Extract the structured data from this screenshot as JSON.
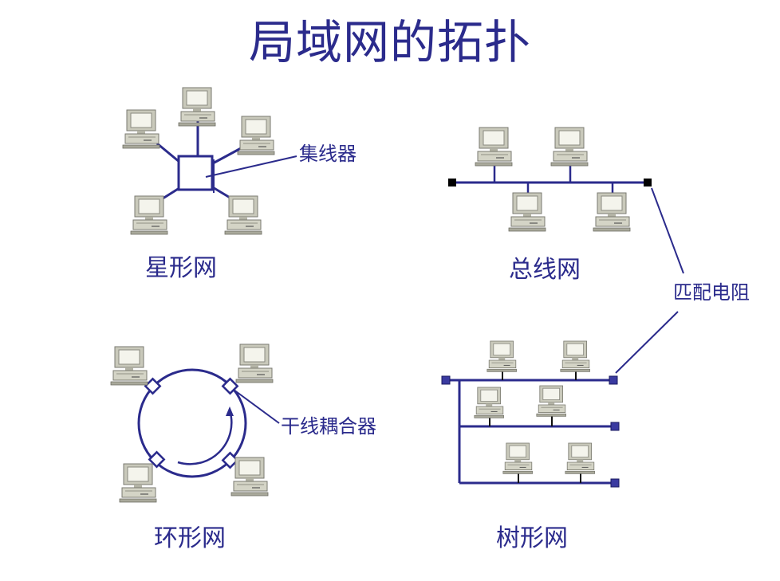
{
  "title": "局域网的拓扑",
  "labels": {
    "star": "星形网",
    "bus": "总线网",
    "ring": "环形网",
    "tree": "树形网",
    "hub": "集线器",
    "terminator": "匹配电阻",
    "coupler": "干线耦合器"
  },
  "colors": {
    "line": "#2b2b8c",
    "text": "#2b2b8c",
    "terminator_fill": "#3a3aa0",
    "computer_body": "#c9c9bb"
  }
}
